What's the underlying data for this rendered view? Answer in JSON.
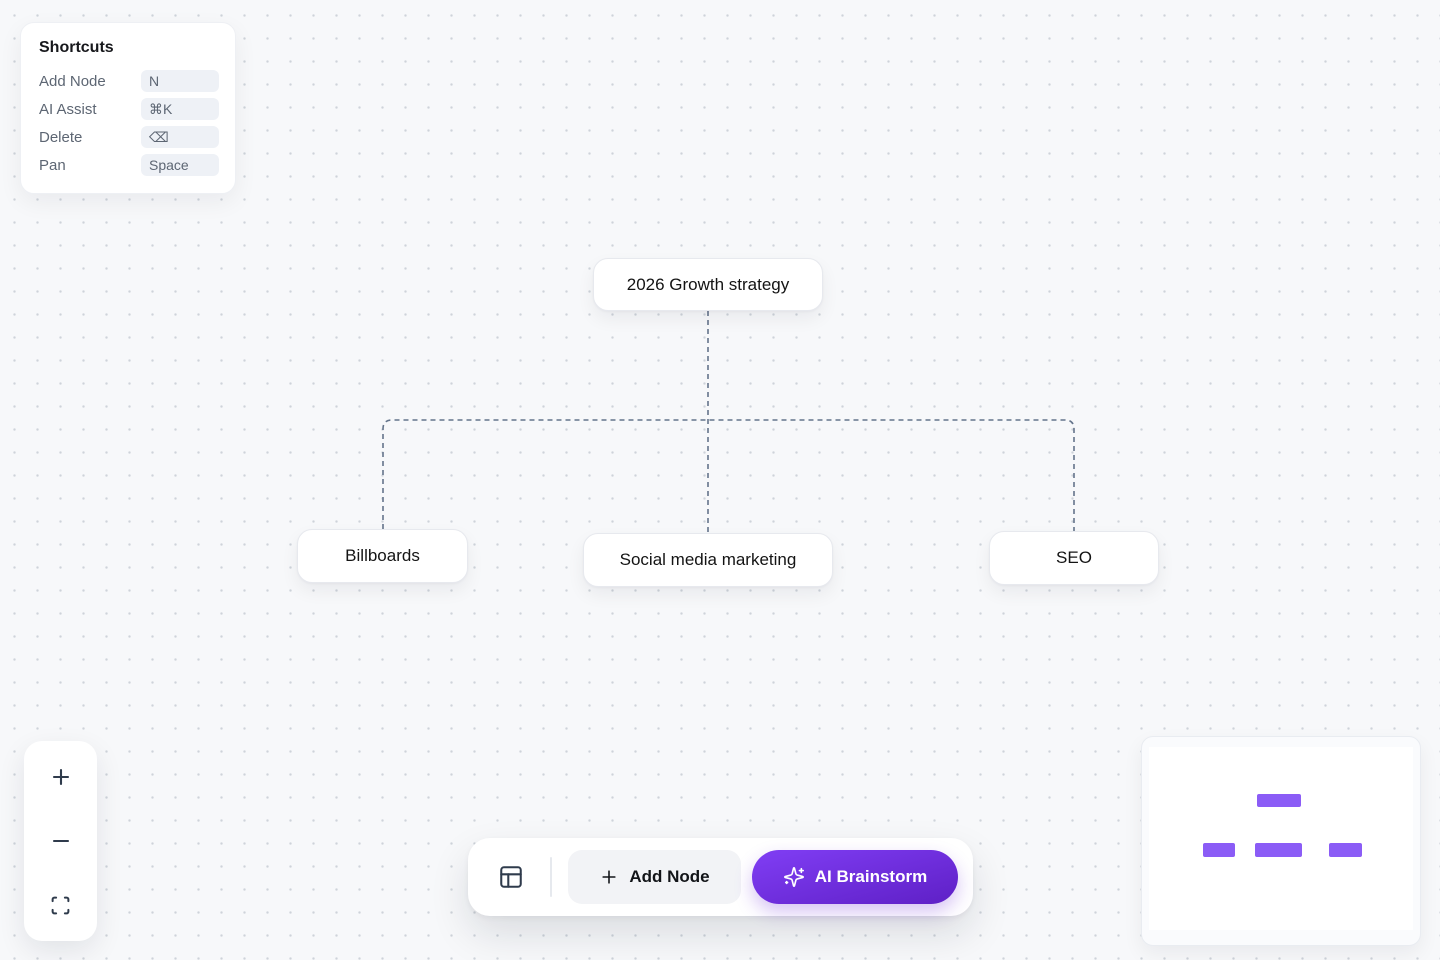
{
  "shortcuts_panel": {
    "title": "Shortcuts",
    "items": [
      {
        "label": "Add Node",
        "key": "N"
      },
      {
        "label": "AI Assist",
        "key": "⌘K"
      },
      {
        "label": "Delete",
        "key": "⌫"
      },
      {
        "label": "Pan",
        "key": "Space"
      }
    ]
  },
  "mindmap": {
    "root": {
      "label": "2026 Growth strategy"
    },
    "children": [
      {
        "label": "Billboards"
      },
      {
        "label": "Social media marketing"
      },
      {
        "label": "SEO"
      }
    ]
  },
  "toolbar": {
    "layout_icon": "panels-top-left-icon",
    "add_node_icon": "plus-icon",
    "add_node_label": "Add Node",
    "ai_brainstorm_icon": "sparkles-icon",
    "ai_brainstorm_label": "AI Brainstorm"
  },
  "zoom_controls": {
    "zoom_in_icon": "plus-icon",
    "zoom_out_icon": "minus-icon",
    "fit_view_icon": "fit-view-icon"
  },
  "colors": {
    "canvas_bg": "#f7f8fa",
    "dot": "#ced3da",
    "connector": "#64748b",
    "grad_start": "#7d3bf0",
    "grad_end": "#6021c8",
    "minimap_node": "#8b5cf6"
  }
}
